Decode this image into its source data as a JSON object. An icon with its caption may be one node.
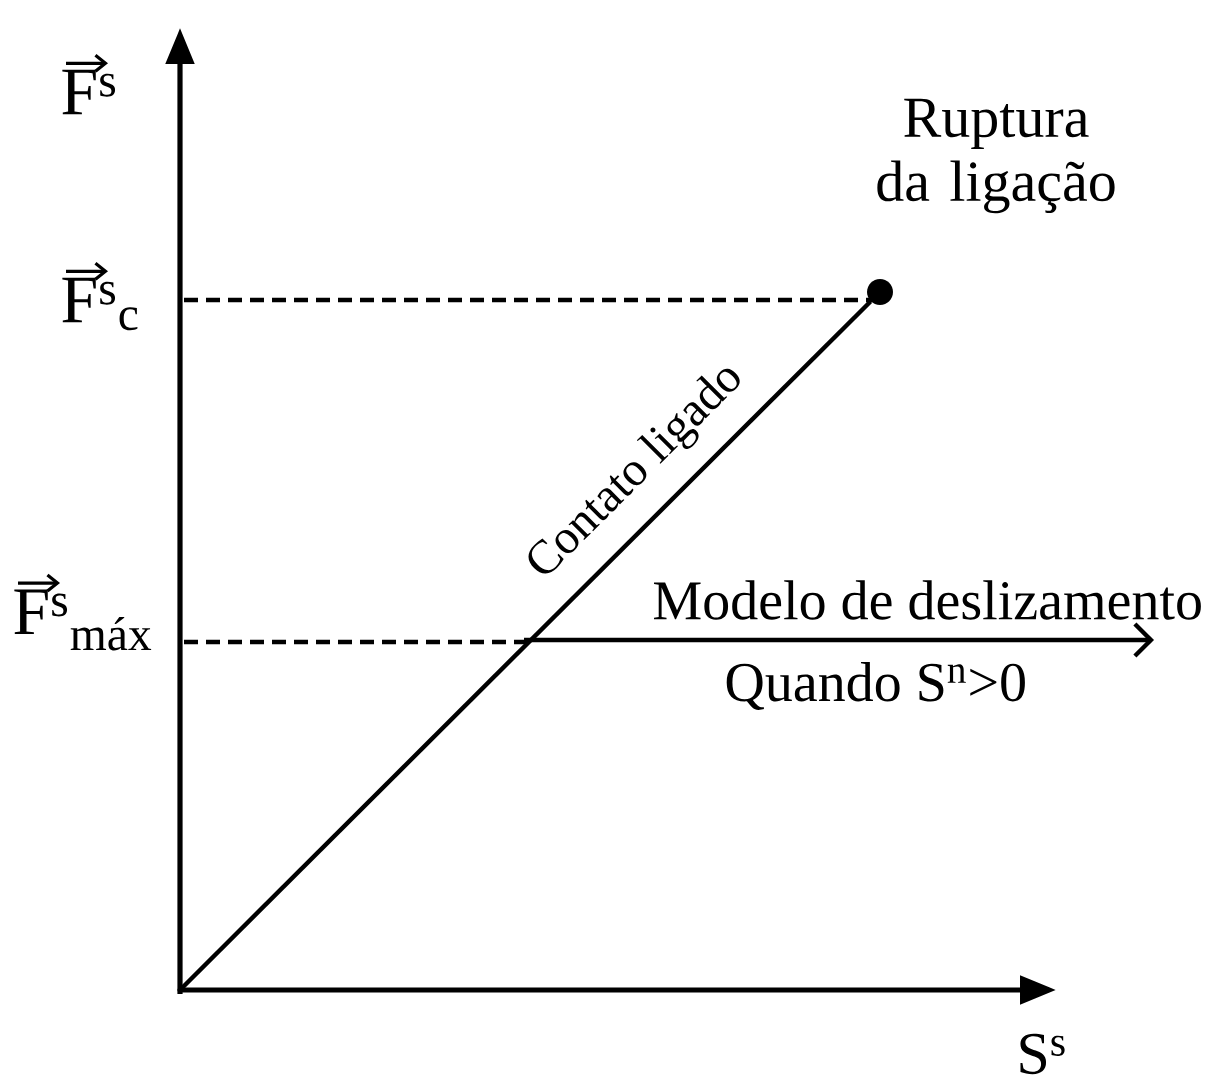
{
  "diagram": {
    "nodes": [
      {
        "text": [],
        "shape": "circle",
        "beside": [
          "Ruptura da ligação"
        ]
      },
      {
        "text": [],
        "shape": "point"
      }
    ],
    "edges": [
      {
        "from": 1,
        "to": 0,
        "arrow": "none",
        "label": "Contato ligado"
      }
    ],
    "labels": [
      "F$^{s}$",
      "F$^{s}$$_{c}$",
      "F$^{s}$$_{máx}$",
      "Modelo de deslizamento",
      "Quando S$^{n}$>0",
      "S$^{s}$"
    ]
  }
}
